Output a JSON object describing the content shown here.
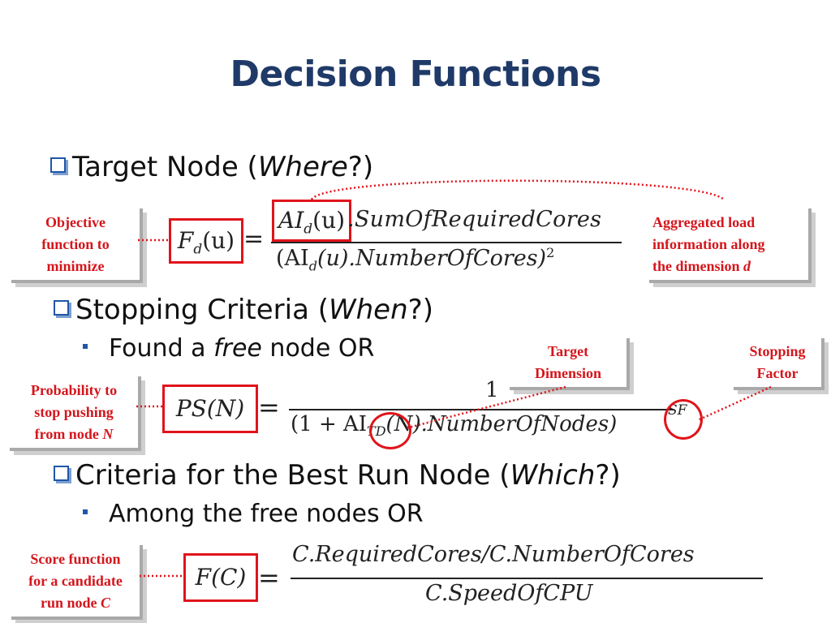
{
  "title": "Decision Functions",
  "bullets": {
    "target_node": {
      "prefix": "Target Node (",
      "emph": "Where",
      "suffix": "?)"
    },
    "stopping": {
      "prefix": "Stopping Criteria (",
      "emph": "When",
      "suffix": "?)"
    },
    "stopping_sub": {
      "prefix": "Found a ",
      "emph": "free",
      "suffix": " node OR"
    },
    "best_run": {
      "prefix": "Criteria for the Best Run Node (",
      "emph": "Which",
      "suffix": "?)"
    },
    "best_run_sub": {
      "text": "Among the free nodes OR"
    }
  },
  "callouts": {
    "objective": [
      "Objective",
      "function to",
      "minimize"
    ],
    "aggregated": [
      "Aggregated load",
      "information along"
    ],
    "aggregated_last_prefix": "the dimension ",
    "aggregated_last_var": "d",
    "target_dimension": [
      "Target",
      "Dimension"
    ],
    "stopping_factor": [
      "Stopping",
      "Factor"
    ],
    "probability": [
      "Probability to",
      "stop pushing"
    ],
    "probability_last_prefix": "from node ",
    "probability_last_var": "N",
    "score": [
      "Score function",
      "for a candidate"
    ],
    "score_last_prefix": "run node ",
    "score_last_var": "C"
  },
  "formulas": {
    "fd_lhs": "F_d(u)",
    "fd_lhs_main": "F",
    "fd_lhs_sub": "d",
    "fd_lhs_arg": "(u)",
    "fd_num_boxed": "AI_d(u)",
    "fd_num_boxed_main": "AI",
    "fd_num_boxed_sub": "d",
    "fd_num_boxed_arg": "(u)",
    "fd_num_rest": ".SumOfRequiredCores",
    "fd_den": "(AI_d(u).NumberOfCores)^2",
    "fd_den_a": "(AI",
    "fd_den_sub": "d",
    "fd_den_b": "(u).NumberOfCores)",
    "fd_den_exp": "2",
    "ps_lhs": "PS(N)",
    "ps_num": "1",
    "ps_den_a": "(1 + AI",
    "ps_den_sub": "TD",
    "ps_den_b": "(N).NumberOfNodes)",
    "ps_exp": "SF",
    "fc_lhs": "F(C)",
    "fc_num": "C.RequiredCores/C.NumberOfCores",
    "fc_den": "C.SpeedOfCPU",
    "equals": "="
  },
  "colors": {
    "title": "#1f3a68",
    "bullet_box": "#1f57a8",
    "callout_text": "#d4161c",
    "highlight": "#e0141b"
  }
}
